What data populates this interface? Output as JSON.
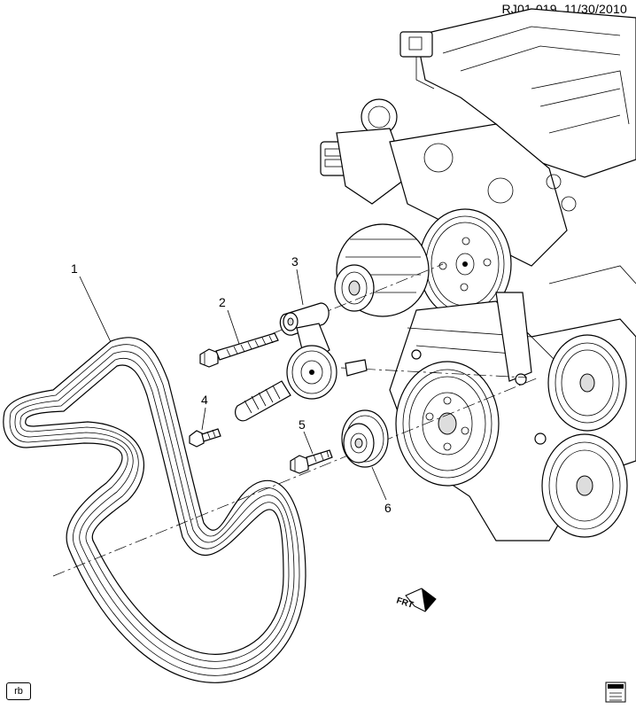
{
  "header": {
    "doc_code": "RJ01-019",
    "date": "11/30/2010"
  },
  "callouts": [
    {
      "id": "1",
      "part": "drive-belt"
    },
    {
      "id": "2",
      "part": "tensioner-bolt-long"
    },
    {
      "id": "3",
      "part": "belt-tensioner"
    },
    {
      "id": "4",
      "part": "tensioner-bolt-short"
    },
    {
      "id": "5",
      "part": "idler-pulley-bolt"
    },
    {
      "id": "6",
      "part": "idler-pulley"
    }
  ],
  "orientation_marker": {
    "label": "FRT"
  },
  "footer": {
    "initials": "rb"
  },
  "colors": {
    "line": "#000000",
    "background": "#ffffff",
    "shade": "#dddddd"
  }
}
